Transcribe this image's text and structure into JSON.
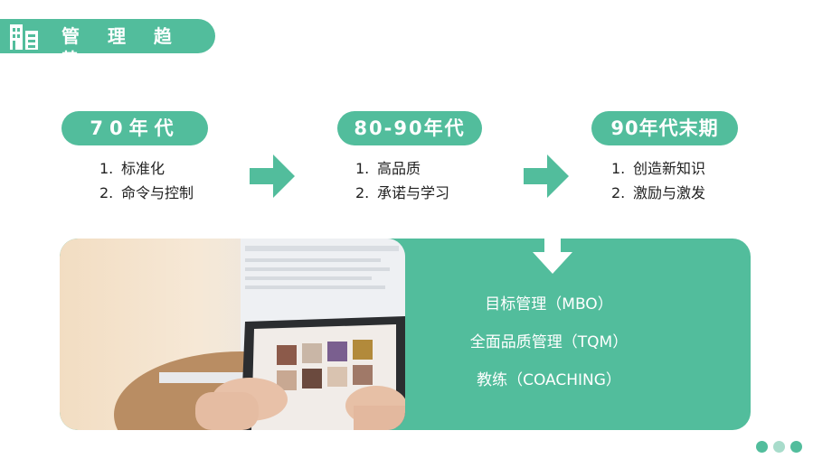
{
  "header": {
    "title": "管 理 趋 势",
    "icon": "building-icon"
  },
  "eras": [
    {
      "label": "70年代",
      "items": [
        {
          "num": "1.",
          "text": "标准化"
        },
        {
          "num": "2.",
          "text": "命令与控制"
        }
      ]
    },
    {
      "label": "80-90年代",
      "items": [
        {
          "num": "1.",
          "text": "高品质"
        },
        {
          "num": "2.",
          "text": "承诺与学习"
        }
      ]
    },
    {
      "label": "90年代末期",
      "items": [
        {
          "num": "1.",
          "text": "创造新知识"
        },
        {
          "num": "2.",
          "text": "激励与激发"
        }
      ]
    }
  ],
  "methods": [
    "目标管理（MBO）",
    "全面品质管理（TQM）",
    "教练（COACHING）"
  ],
  "colors": {
    "accent": "#52bd9c",
    "dots": [
      "#52bd9c",
      "#a8dccb",
      "#52bd9c"
    ]
  }
}
